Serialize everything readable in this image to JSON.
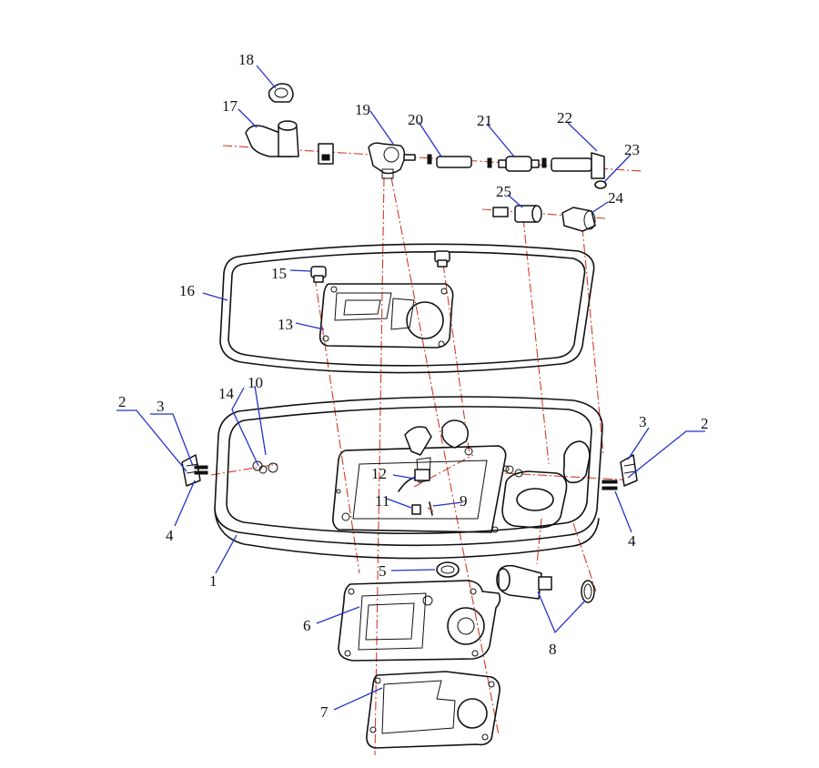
{
  "callouts": [
    "1",
    "2",
    "3",
    "4",
    "5",
    "6",
    "7",
    "8",
    "9",
    "10",
    "11",
    "12",
    "13",
    "14",
    "15",
    "16",
    "17",
    "18",
    "19",
    "20",
    "21",
    "22",
    "23",
    "24",
    "25"
  ],
  "colors": {
    "line": "#111111",
    "axis": "#d43a2a",
    "leader": "#2233c8"
  }
}
